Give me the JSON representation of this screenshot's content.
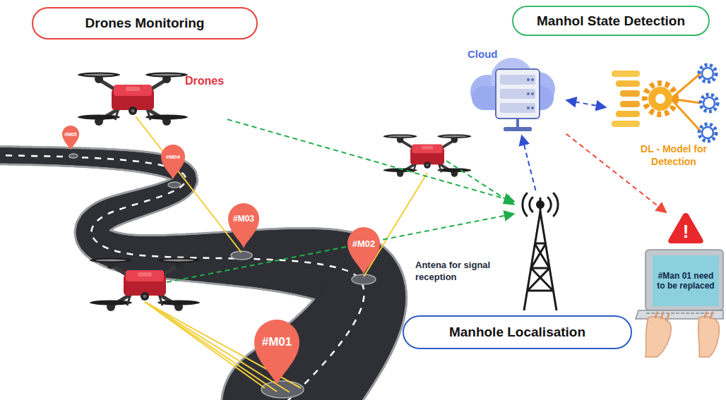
{
  "diagram": {
    "nodes": [
      {
        "text": [
          "Drones Monitoring"
        ]
      },
      {
        "text": [
          "Manhol State Detection"
        ]
      },
      {
        "text": [
          "Drones"
        ]
      },
      {
        "text": [
          "Cloud"
        ]
      },
      {
        "text": [
          "DL - Model for Detection"
        ]
      },
      {
        "text": [
          "#M05"
        ]
      },
      {
        "text": [
          "#M04"
        ]
      },
      {
        "text": [
          "#M03"
        ]
      },
      {
        "text": [
          "#M02"
        ]
      },
      {
        "text": [
          "Antena for signal reception"
        ]
      },
      {
        "text": [
          "!"
        ]
      },
      {
        "text": [
          "#Man 01 need to be replaced"
        ]
      },
      {
        "text": [
          "#M01"
        ]
      },
      {
        "text": [
          "Manhole Localisation"
        ]
      }
    ],
    "edges": [
      {
        "from": 2,
        "to": 9,
        "arrow": "to"
      },
      {
        "from": 9,
        "to": 3,
        "arrow": "to"
      },
      {
        "from": 3,
        "to": 4,
        "arrow": "both"
      },
      {
        "from": 3,
        "to": 10,
        "arrow": "to"
      }
    ]
  }
}
